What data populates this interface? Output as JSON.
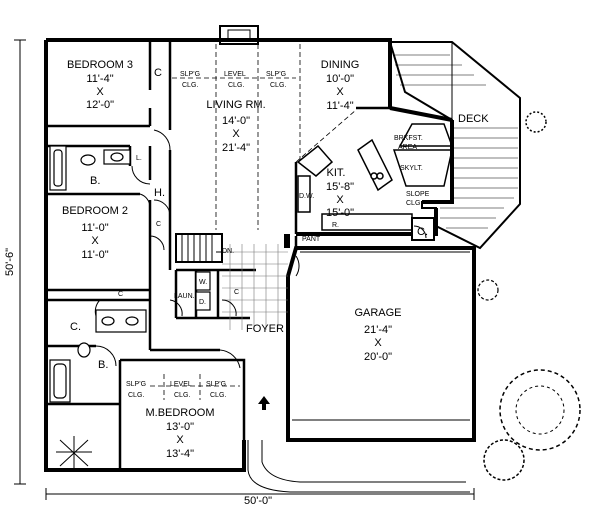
{
  "dimensions": {
    "depth": "50'-6\"",
    "width": "50'-0\""
  },
  "rooms": {
    "bedroom3": {
      "name": "BEDROOM 3",
      "w": "11'-4\"",
      "x": "X",
      "d": "12'-0\""
    },
    "living": {
      "name": "LIVING RM.",
      "w": "14'-0\"",
      "x": "X",
      "d": "21'-4\""
    },
    "dining": {
      "name": "DINING",
      "w": "10'-0\"",
      "x": "X",
      "d": "11'-4\""
    },
    "bedroom2": {
      "name": "BEDROOM 2",
      "w": "11'-0\"",
      "x": "X",
      "d": "11'-0\""
    },
    "kitchen": {
      "name": "KIT.",
      "w": "15'-8\"",
      "x": "X",
      "d": "15'-0\""
    },
    "garage": {
      "name": "GARAGE",
      "w": "21'-4\"",
      "x": "X",
      "d": "20'-0\""
    },
    "master": {
      "name": "M.BEDROOM",
      "w": "13'-0\"",
      "x": "X",
      "d": "13'-4\""
    }
  },
  "labels": {
    "deck": "DECK",
    "brkfst1": "BRKFST.",
    "brkfst2": "AREA",
    "skylt": "SKYLT.",
    "slope1": "SLOPE",
    "slope2": "CLG.",
    "pant": "PANT",
    "r": "R.",
    "c": "C.",
    "c_b3": "C",
    "c_hall1": "C",
    "c_hall2": "C",
    "c_laun": "C",
    "b": "B.",
    "l": "L.",
    "h": "H.",
    "laun": "LAUN.",
    "w": "W.",
    "d": "D.",
    "dw": "D.W.",
    "dn": "DN.",
    "foyer": "FOYER",
    "slpg": "SLP'G",
    "level": "LEVEL",
    "clg": "CLG."
  }
}
